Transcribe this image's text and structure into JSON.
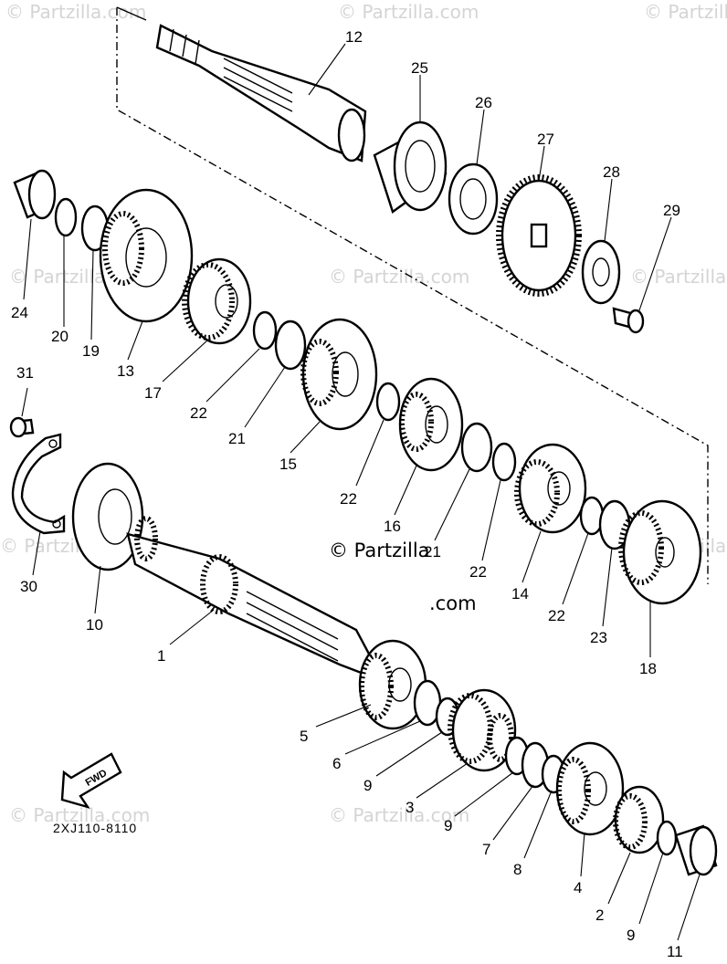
{
  "watermarks": {
    "brand": "© Partzilla.com",
    "center_line1": "© Partzilla",
    "center_line2": ".com"
  },
  "diagram_code": "2XJ110-8110",
  "fwd_arrow_label": "FWD",
  "callouts": {
    "p1": "1",
    "p2": "2",
    "p3": "3",
    "p4": "4",
    "p5": "5",
    "p6": "6",
    "p7": "7",
    "p8": "8",
    "p9a": "9",
    "p9b": "9",
    "p9c": "9",
    "p10": "10",
    "p11": "11",
    "p12": "12",
    "p13": "13",
    "p14": "14",
    "p15": "15",
    "p16": "16",
    "p17": "17",
    "p18": "18",
    "p19": "19",
    "p20": "20",
    "p21a": "21",
    "p21b": "21",
    "p22a": "22",
    "p22b": "22",
    "p22c": "22",
    "p22d": "22",
    "p23": "23",
    "p24": "24",
    "p25": "25",
    "p26": "26",
    "p27": "27",
    "p28": "28",
    "p29": "29",
    "p30": "30",
    "p31": "31"
  }
}
